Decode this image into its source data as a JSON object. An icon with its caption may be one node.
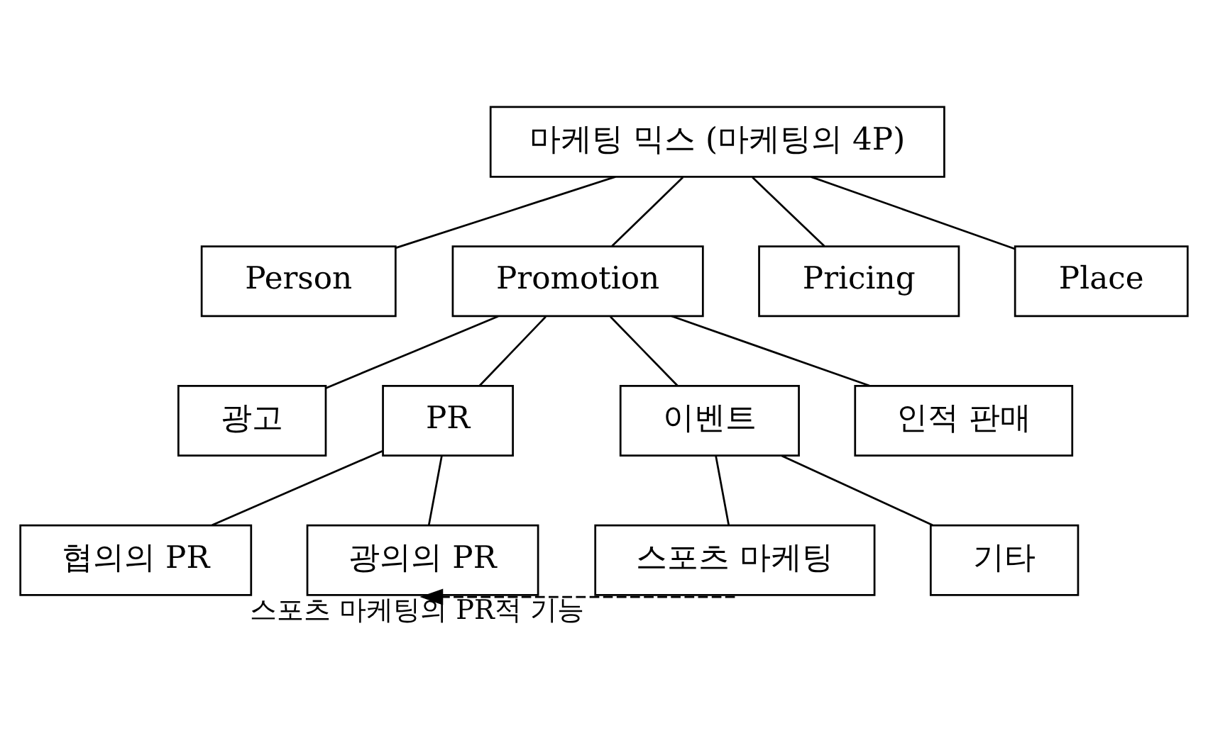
{
  "diagram": {
    "nodes": [
      {
        "text": [
          "마케팅 믹스 (마케팅의 4P)"
        ]
      },
      {
        "text": [
          "Person"
        ]
      },
      {
        "text": [
          "Promotion"
        ]
      },
      {
        "text": [
          "Pricing"
        ]
      },
      {
        "text": [
          "Place"
        ]
      },
      {
        "text": [
          "광고"
        ]
      },
      {
        "text": [
          "PR"
        ]
      },
      {
        "text": [
          "이벤트"
        ]
      },
      {
        "text": [
          "인적 판매"
        ]
      },
      {
        "text": [
          "협의의 PR"
        ]
      },
      {
        "text": [
          "광의의 PR"
        ]
      },
      {
        "text": [
          "스포츠 마케팅"
        ]
      },
      {
        "text": [
          "기타"
        ]
      }
    ],
    "edges": [
      {
        "from": 0,
        "to": 1,
        "arrow": "none"
      },
      {
        "from": 0,
        "to": 2,
        "arrow": "none"
      },
      {
        "from": 0,
        "to": 3,
        "arrow": "none"
      },
      {
        "from": 0,
        "to": 4,
        "arrow": "none"
      },
      {
        "from": 2,
        "to": 5,
        "arrow": "none"
      },
      {
        "from": 2,
        "to": 6,
        "arrow": "none"
      },
      {
        "from": 2,
        "to": 7,
        "arrow": "none"
      },
      {
        "from": 2,
        "to": 8,
        "arrow": "none"
      },
      {
        "from": 6,
        "to": 9,
        "arrow": "none"
      },
      {
        "from": 6,
        "to": 10,
        "arrow": "none"
      },
      {
        "from": 7,
        "to": 11,
        "arrow": "none"
      },
      {
        "from": 7,
        "to": 12,
        "arrow": "none"
      },
      {
        "from": 11,
        "to": 10,
        "arrow": "to",
        "style": "dashed",
        "label": "스포츠 마케팅의 PR적 기능"
      }
    ]
  }
}
